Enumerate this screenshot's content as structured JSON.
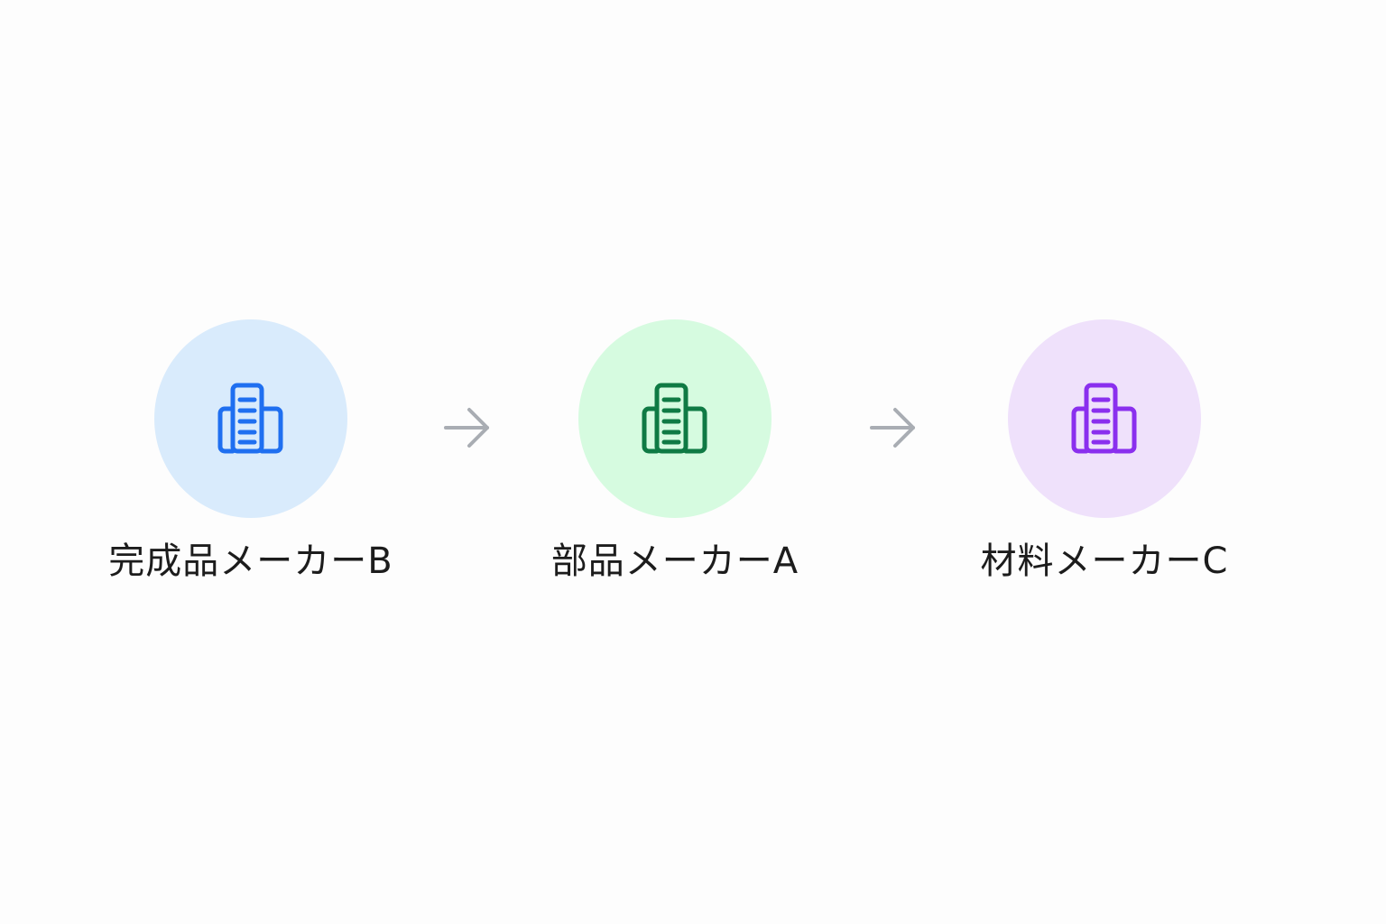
{
  "nodes": [
    {
      "label": "完成品メーカーB",
      "icon": "building-icon",
      "fill": "#d9ebfc",
      "stroke": "#1f6ff0"
    },
    {
      "label": "部品メーカーA",
      "icon": "building-icon",
      "fill": "#d6fbe0",
      "stroke": "#0f7a44"
    },
    {
      "label": "材料メーカーC",
      "icon": "building-icon",
      "fill": "#efe1fb",
      "stroke": "#8a2fee"
    }
  ],
  "arrow_color": "#a9adb3"
}
